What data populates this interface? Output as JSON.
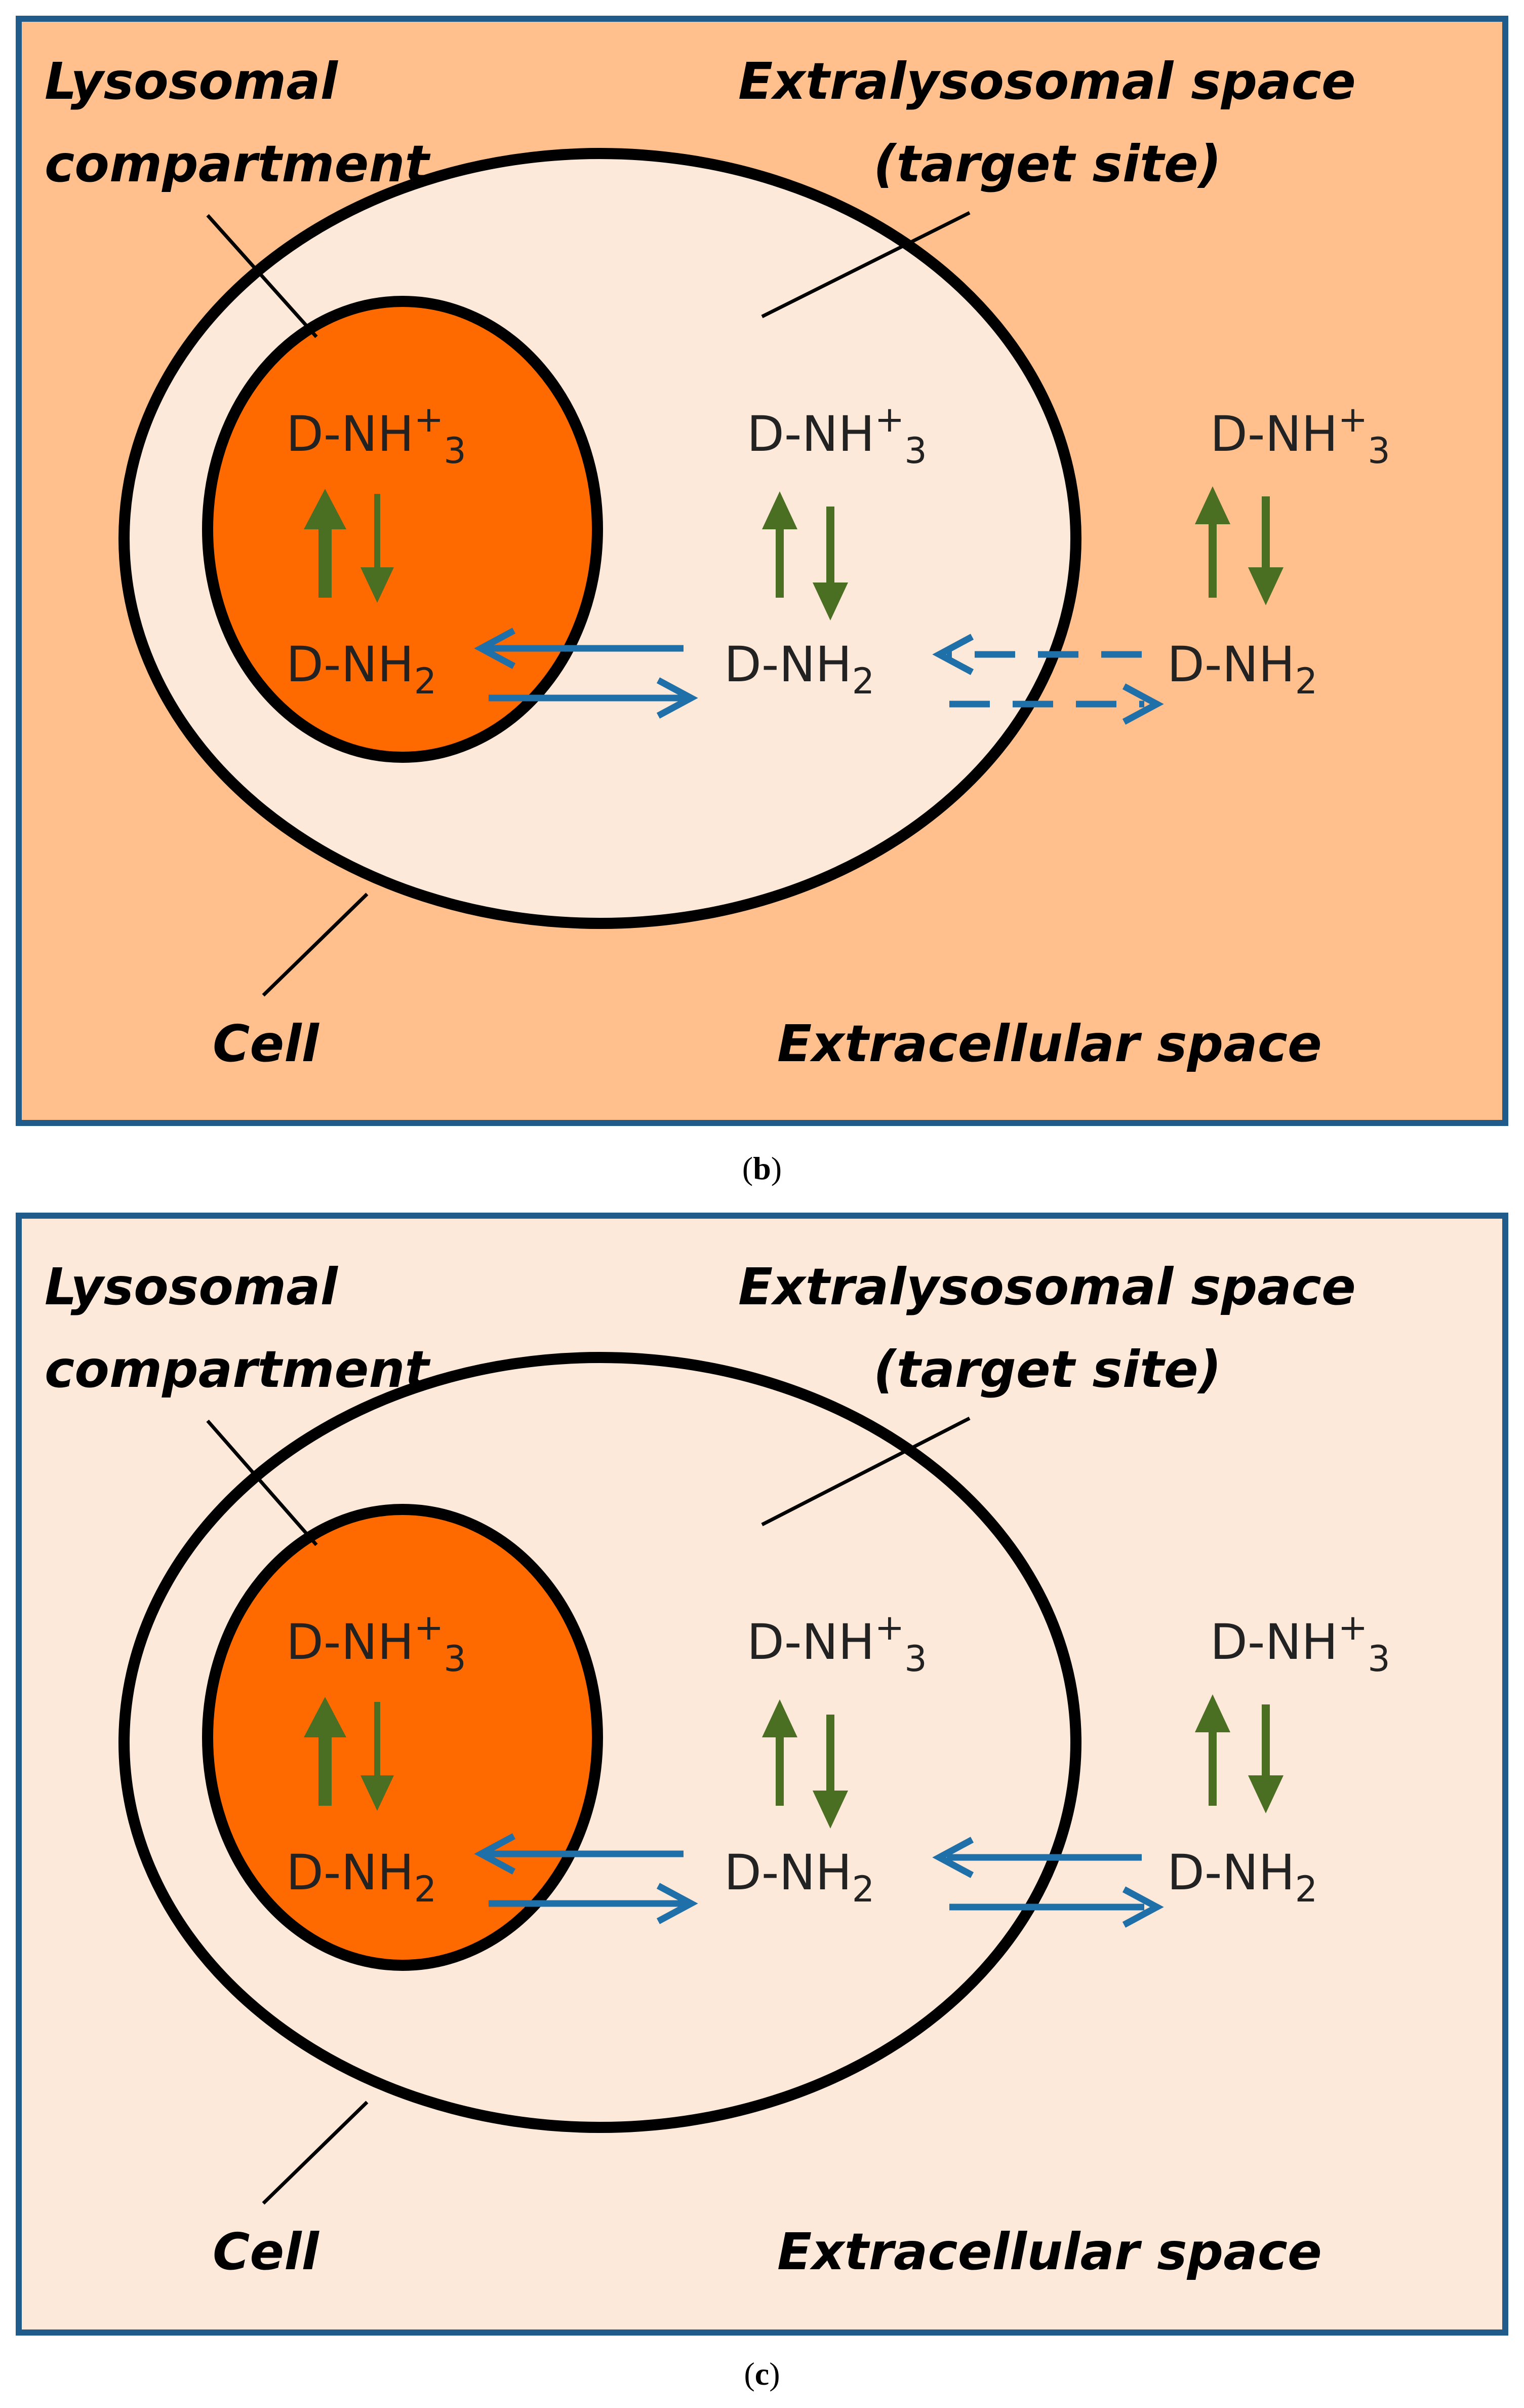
{
  "panels": [
    {
      "id": "b",
      "caption_letter": "b",
      "background": "#FFC08E",
      "outer_oval_fill": "#FDE9DA",
      "lysosome_fill": "#FF6A00",
      "labels": {
        "lysosomal_1": "Lysosomal",
        "lysosomal_2": "compartment",
        "extra_1": "Extralysosomal space",
        "extra_2": "(target site)",
        "cell": "Cell",
        "extracellular": "Extracellular space"
      },
      "species": {
        "protonated_base": "D-NH",
        "protonated_sup": "+",
        "protonated_sub": "3",
        "neutral_base": "D-NH",
        "neutral_sub": "2"
      },
      "membrane_transport": "dashed"
    },
    {
      "id": "c",
      "caption_letter": "c",
      "background": "#FDE9DA",
      "outer_oval_fill": "#FDE9DA",
      "lysosome_fill": "#FF6A00",
      "labels": {
        "lysosomal_1": "Lysosomal",
        "lysosomal_2": "compartment",
        "extra_1": "Extralysosomal space",
        "extra_2": "(target site)",
        "cell": "Cell",
        "extracellular": "Extracellular space"
      },
      "species": {
        "protonated_base": "D-NH",
        "protonated_sup": "+",
        "protonated_sub": "3",
        "neutral_base": "D-NH",
        "neutral_sub": "2"
      },
      "membrane_transport": "solid"
    }
  ],
  "colors": {
    "frame": "#1F5C8B",
    "green_arrow": "#4A6E22",
    "blue_arrow": "#1F6FA8",
    "outline": "#000000"
  }
}
